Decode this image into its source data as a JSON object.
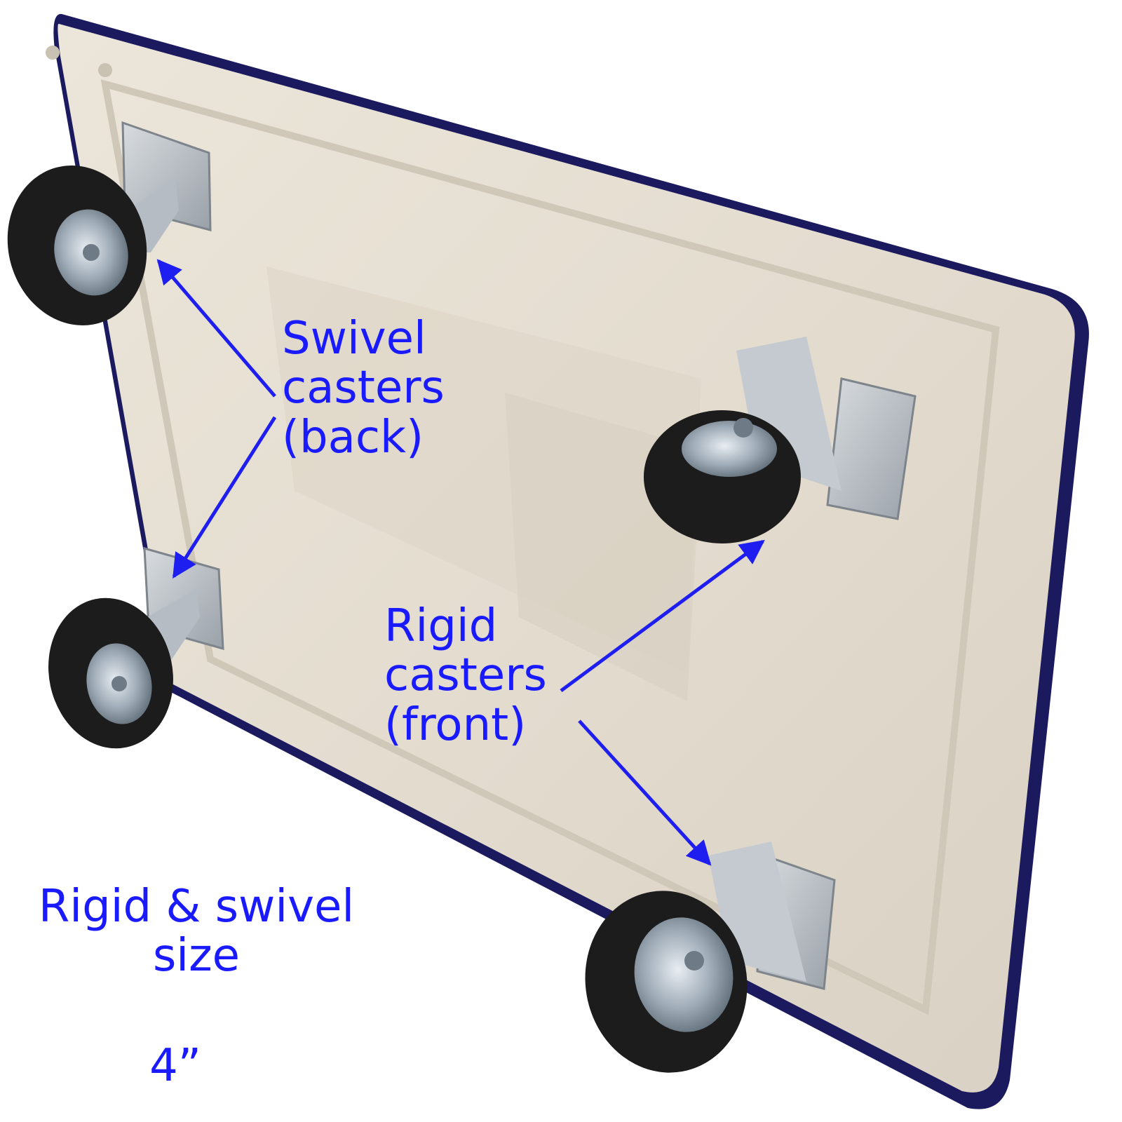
{
  "colors": {
    "label_blue": "#1a1aff",
    "arrow_blue": "#1e1ef0",
    "platform_beige": "#e6dfd2",
    "platform_rim": "#1c1a5e",
    "tire_black": "#1c1c1c",
    "metal_silver": "#b9bec4",
    "background": "#ffffff"
  },
  "labels": {
    "swivel": [
      "Swivel",
      "casters",
      "(back)"
    ],
    "rigid": [
      "Rigid",
      "casters",
      "(front)"
    ],
    "size": [
      "Rigid & swivel",
      "size"
    ],
    "size_value": "4”"
  }
}
